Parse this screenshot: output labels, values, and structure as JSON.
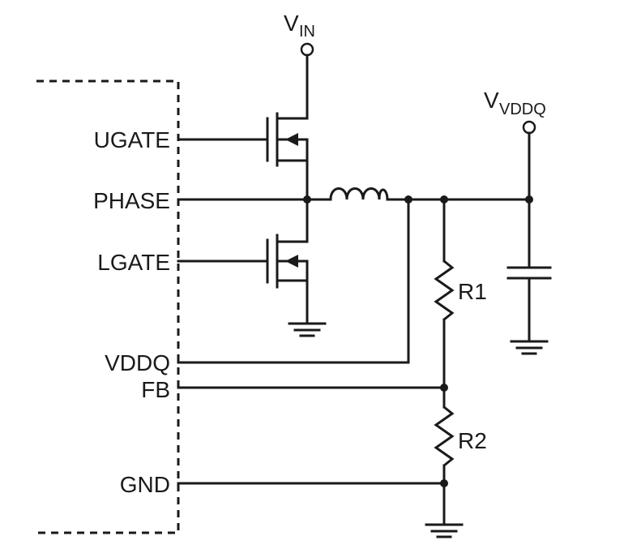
{
  "pins": {
    "ugate": "UGATE",
    "phase": "PHASE",
    "lgate": "LGATE",
    "vddq": "VDDQ",
    "fb": "FB",
    "gnd": "GND"
  },
  "rails": {
    "vin_main": "V",
    "vin_sub": "IN",
    "vvddq_main": "V",
    "vvddq_sub": "VDDQ"
  },
  "components": {
    "r1": "R1",
    "r2": "R2"
  }
}
